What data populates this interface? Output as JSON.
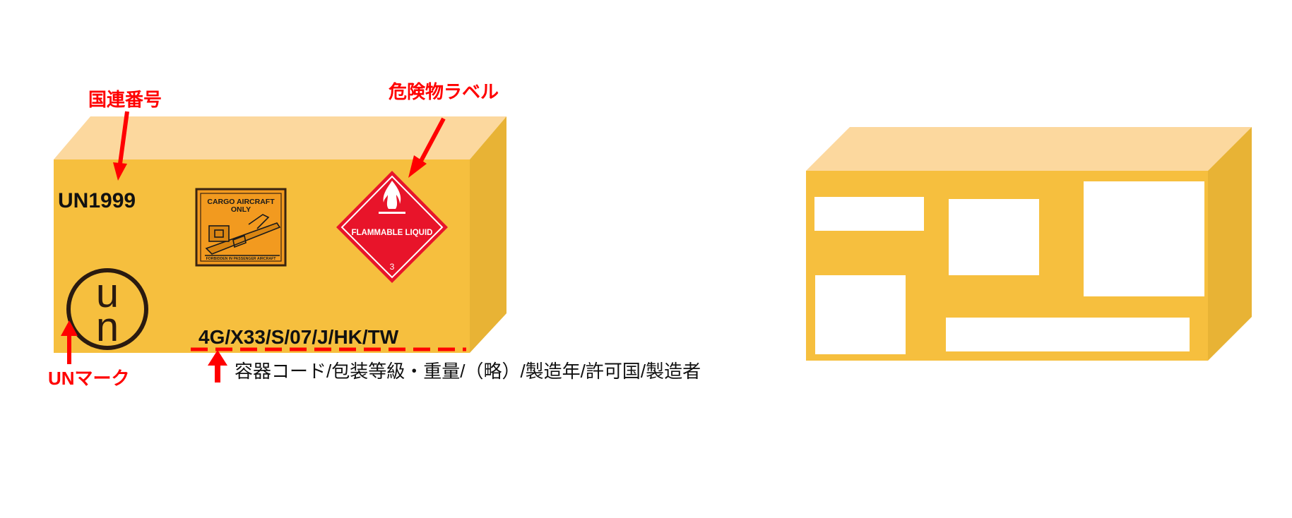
{
  "annotations": {
    "un_number": "国連番号",
    "hazard_label": "危険物ラベル",
    "un_mark": "UNマーク",
    "spec_legend": "容器コード/包装等級・重量/（略）/製造年/許可国/製造者"
  },
  "box_marks": {
    "un_number": "UN1999",
    "un_mark_top": "u",
    "un_mark_bottom": "n",
    "spec_code": "4G/X33/S/07/J/HK/TW"
  },
  "cargo_label": {
    "title_line1": "CARGO AIRCRAFT",
    "title_line2": "ONLY",
    "footer": "FORBIDDEN IN PASSENGER AIRCRAFT"
  },
  "hazard_diamond": {
    "text": "FLAMMABLE LIQUID",
    "class_number": "3"
  },
  "colors": {
    "box_front": "#F6BF3E",
    "box_top": "#FCD89E",
    "box_side": "#E8B335",
    "annotation_red": "#FF0000",
    "diamond_red": "#E8142A",
    "cargo_orange": "#F29A1F"
  },
  "icons": [
    "arrow-icon",
    "flame-icon",
    "airplane-icon"
  ]
}
